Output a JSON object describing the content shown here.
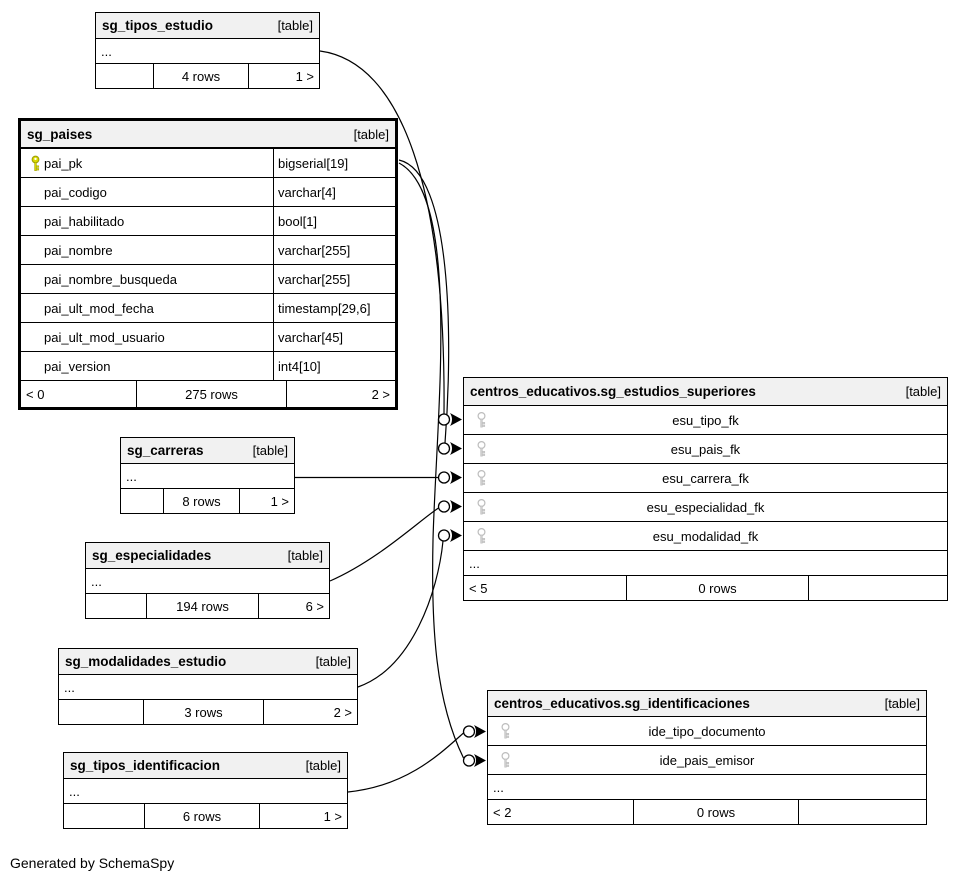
{
  "diagram": {
    "note": "Generated by SchemaSpy",
    "colors": {
      "header_bg": "#f1f1f1",
      "primary_key": "#d9d900",
      "foreign_key": "#cfcfcf",
      "line": "#000000",
      "background": "#ffffff"
    },
    "tables": [
      {
        "id": "sg_tipos_estudio",
        "name": "sg_tipos_estudio",
        "tag": "[table]",
        "ellipsis": "...",
        "footer": [
          "",
          "4 rows",
          "1 >"
        ]
      },
      {
        "id": "sg_paises",
        "name": "sg_paises",
        "tag": "[table]",
        "rows": [
          {
            "name": "pai_pk",
            "type": "bigserial[19]",
            "key": "pk"
          },
          {
            "name": "pai_codigo",
            "type": "varchar[4]",
            "key": ""
          },
          {
            "name": "pai_habilitado",
            "type": "bool[1]",
            "key": ""
          },
          {
            "name": "pai_nombre",
            "type": "varchar[255]",
            "key": ""
          },
          {
            "name": "pai_nombre_busqueda",
            "type": "varchar[255]",
            "key": ""
          },
          {
            "name": "pai_ult_mod_fecha",
            "type": "timestamp[29,6]",
            "key": ""
          },
          {
            "name": "pai_ult_mod_usuario",
            "type": "varchar[45]",
            "key": ""
          },
          {
            "name": "pai_version",
            "type": "int4[10]",
            "key": ""
          }
        ],
        "footer": [
          "< 0",
          "275 rows",
          "2 >"
        ]
      },
      {
        "id": "sg_carreras",
        "name": "sg_carreras",
        "tag": "[table]",
        "ellipsis": "...",
        "footer": [
          "",
          "8 rows",
          "1 >"
        ]
      },
      {
        "id": "sg_especialidades",
        "name": "sg_especialidades",
        "tag": "[table]",
        "ellipsis": "...",
        "footer": [
          "",
          "194 rows",
          "6 >"
        ]
      },
      {
        "id": "sg_modalidades_estudio",
        "name": "sg_modalidades_estudio",
        "tag": "[table]",
        "ellipsis": "...",
        "footer": [
          "",
          "3 rows",
          "2 >"
        ]
      },
      {
        "id": "sg_tipos_identificacion",
        "name": "sg_tipos_identificacion",
        "tag": "[table]",
        "ellipsis": "...",
        "footer": [
          "",
          "6 rows",
          "1 >"
        ]
      },
      {
        "id": "sg_estudios_superiores",
        "name": "centros_educativos.sg_estudios_superiores",
        "tag": "[table]",
        "rows": [
          {
            "name": "esu_tipo_fk",
            "key": "fk"
          },
          {
            "name": "esu_pais_fk",
            "key": "fk"
          },
          {
            "name": "esu_carrera_fk",
            "key": "fk"
          },
          {
            "name": "esu_especialidad_fk",
            "key": "fk"
          },
          {
            "name": "esu_modalidad_fk",
            "key": "fk"
          }
        ],
        "ellipsis": "...",
        "footer": [
          "< 5",
          "0 rows",
          ""
        ]
      },
      {
        "id": "sg_identificaciones",
        "name": "centros_educativos.sg_identificaciones",
        "tag": "[table]",
        "rows": [
          {
            "name": "ide_tipo_documento",
            "key": "fk"
          },
          {
            "name": "ide_pais_emisor",
            "key": "fk"
          }
        ],
        "ellipsis": "...",
        "footer": [
          "< 2",
          "0 rows",
          ""
        ]
      }
    ],
    "relationships": [
      {
        "from": "sg_tipos_estudio",
        "to": "centros_educativos.sg_estudios_superiores.esu_tipo_fk"
      },
      {
        "from": "sg_paises.pai_pk",
        "to": "centros_educativos.sg_estudios_superiores.esu_pais_fk"
      },
      {
        "from": "sg_paises.pai_pk",
        "to": "centros_educativos.sg_identificaciones.ide_pais_emisor"
      },
      {
        "from": "sg_carreras",
        "to": "centros_educativos.sg_estudios_superiores.esu_carrera_fk"
      },
      {
        "from": "sg_especialidades",
        "to": "centros_educativos.sg_estudios_superiores.esu_especialidad_fk"
      },
      {
        "from": "sg_modalidades_estudio",
        "to": "centros_educativos.sg_estudios_superiores.esu_modalidad_fk"
      },
      {
        "from": "sg_tipos_identificacion",
        "to": "centros_educativos.sg_identificaciones.ide_tipo_documento"
      }
    ]
  }
}
